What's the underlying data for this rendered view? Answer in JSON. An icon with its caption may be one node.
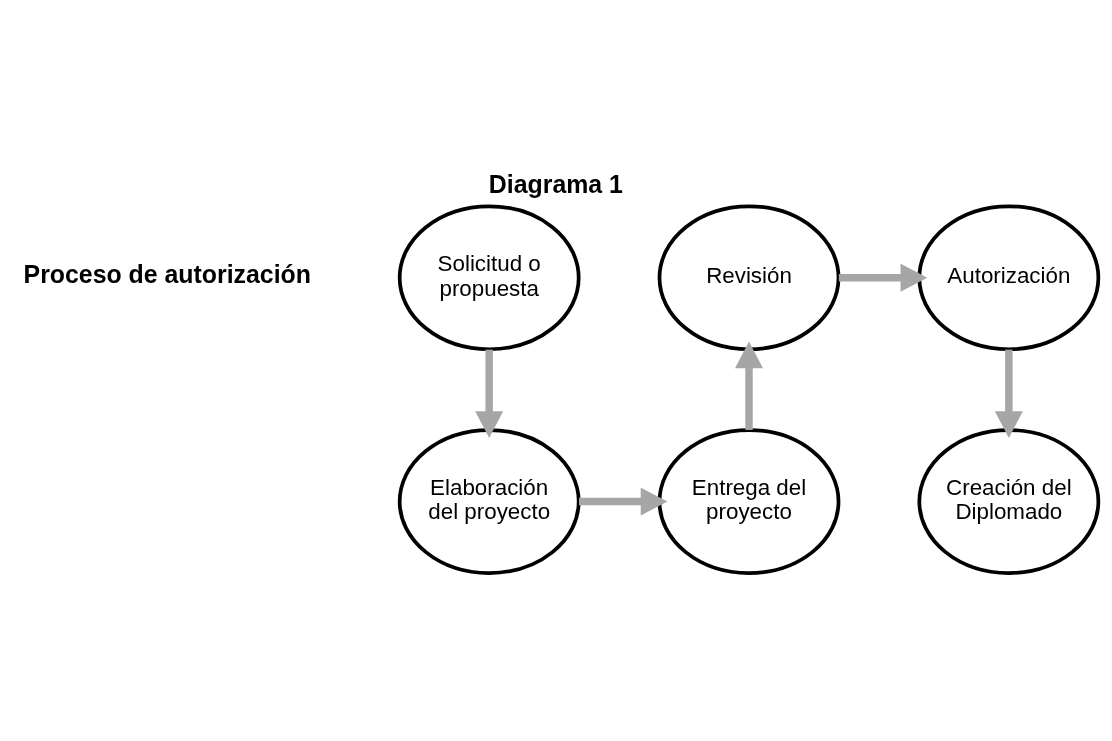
{
  "diagram": {
    "title": "Diagrama 1",
    "nodes": [
      {
        "text": [
          "Solicitud o propuesta"
        ]
      },
      {
        "text": [
          "Elaboración del proyecto"
        ]
      },
      {
        "text": [
          "Entrega del proyecto"
        ]
      },
      {
        "text": [
          "Revisión"
        ]
      },
      {
        "text": [
          "Autorización"
        ]
      },
      {
        "text": [
          "Creación del Diplomado"
        ]
      }
    ],
    "edges": [
      {
        "from": 0,
        "to": 1,
        "arrow": "to"
      },
      {
        "from": 1,
        "to": 2,
        "arrow": "to"
      },
      {
        "from": 2,
        "to": 3,
        "arrow": "to"
      },
      {
        "from": 3,
        "to": 4,
        "arrow": "to"
      },
      {
        "from": 4,
        "to": 5,
        "arrow": "to"
      }
    ],
    "labels": [
      "Proceso de autorización"
    ]
  }
}
